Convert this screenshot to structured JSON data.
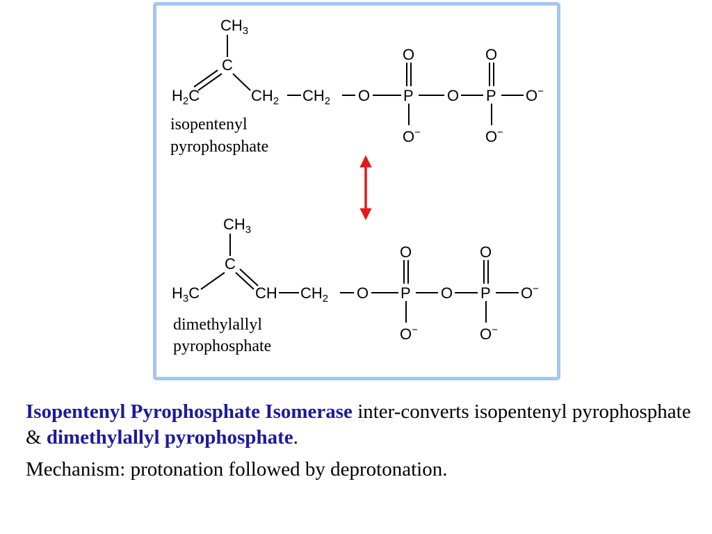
{
  "figure": {
    "frame_color": "#a3c6ee",
    "arrow_color": "#e3191b",
    "arrow_icon": "double-headed-vertical-arrow-icon",
    "top_molecule": {
      "ch3": "CH",
      "ch3_sub": "3",
      "c_center": "C",
      "left_group": "H",
      "left_group_sub": "2",
      "left_group_tail": "C",
      "ch2_a": "CH",
      "ch2_a_sub": "2",
      "ch2_b": "CH",
      "ch2_b_sub": "2",
      "o_ester": "O",
      "p1": "P",
      "o_bridge": "O",
      "p2": "P",
      "o_term": "O",
      "o_term_charge": "−",
      "p1_o_top": "O",
      "p1_o_bottom": "O",
      "p1_o_bottom_charge": "−",
      "p2_o_top": "O",
      "p2_o_bottom": "O",
      "p2_o_bottom_charge": "−",
      "name_line1": "isopentenyl",
      "name_line2": "pyrophosphate"
    },
    "bottom_molecule": {
      "ch3": "CH",
      "ch3_sub": "3",
      "c_center": "C",
      "left_group": "H",
      "left_group_sub": "3",
      "left_group_tail": "C",
      "ch": "CH",
      "ch2": "CH",
      "ch2_sub": "2",
      "o_ester": "O",
      "p1": "P",
      "o_bridge": "O",
      "p2": "P",
      "o_term": "O",
      "o_term_charge": "−",
      "p1_o_top": "O",
      "p1_o_bottom": "O",
      "p1_o_bottom_charge": "−",
      "p2_o_top": "O",
      "p2_o_bottom": "O",
      "p2_o_bottom_charge": "−",
      "name_line1": "dimethylallyl",
      "name_line2": "pyrophosphate"
    }
  },
  "caption": {
    "highlight_color": "#1c1a9c",
    "enzyme": "Isopentenyl Pyrophosphate Isomerase",
    "text_1": " inter-converts isopentenyl pyrophosphate & ",
    "product": "dimethylallyl pyrophosphate",
    "text_2": ".",
    "mechanism": "Mechanism: protonation followed by deprotonation."
  }
}
